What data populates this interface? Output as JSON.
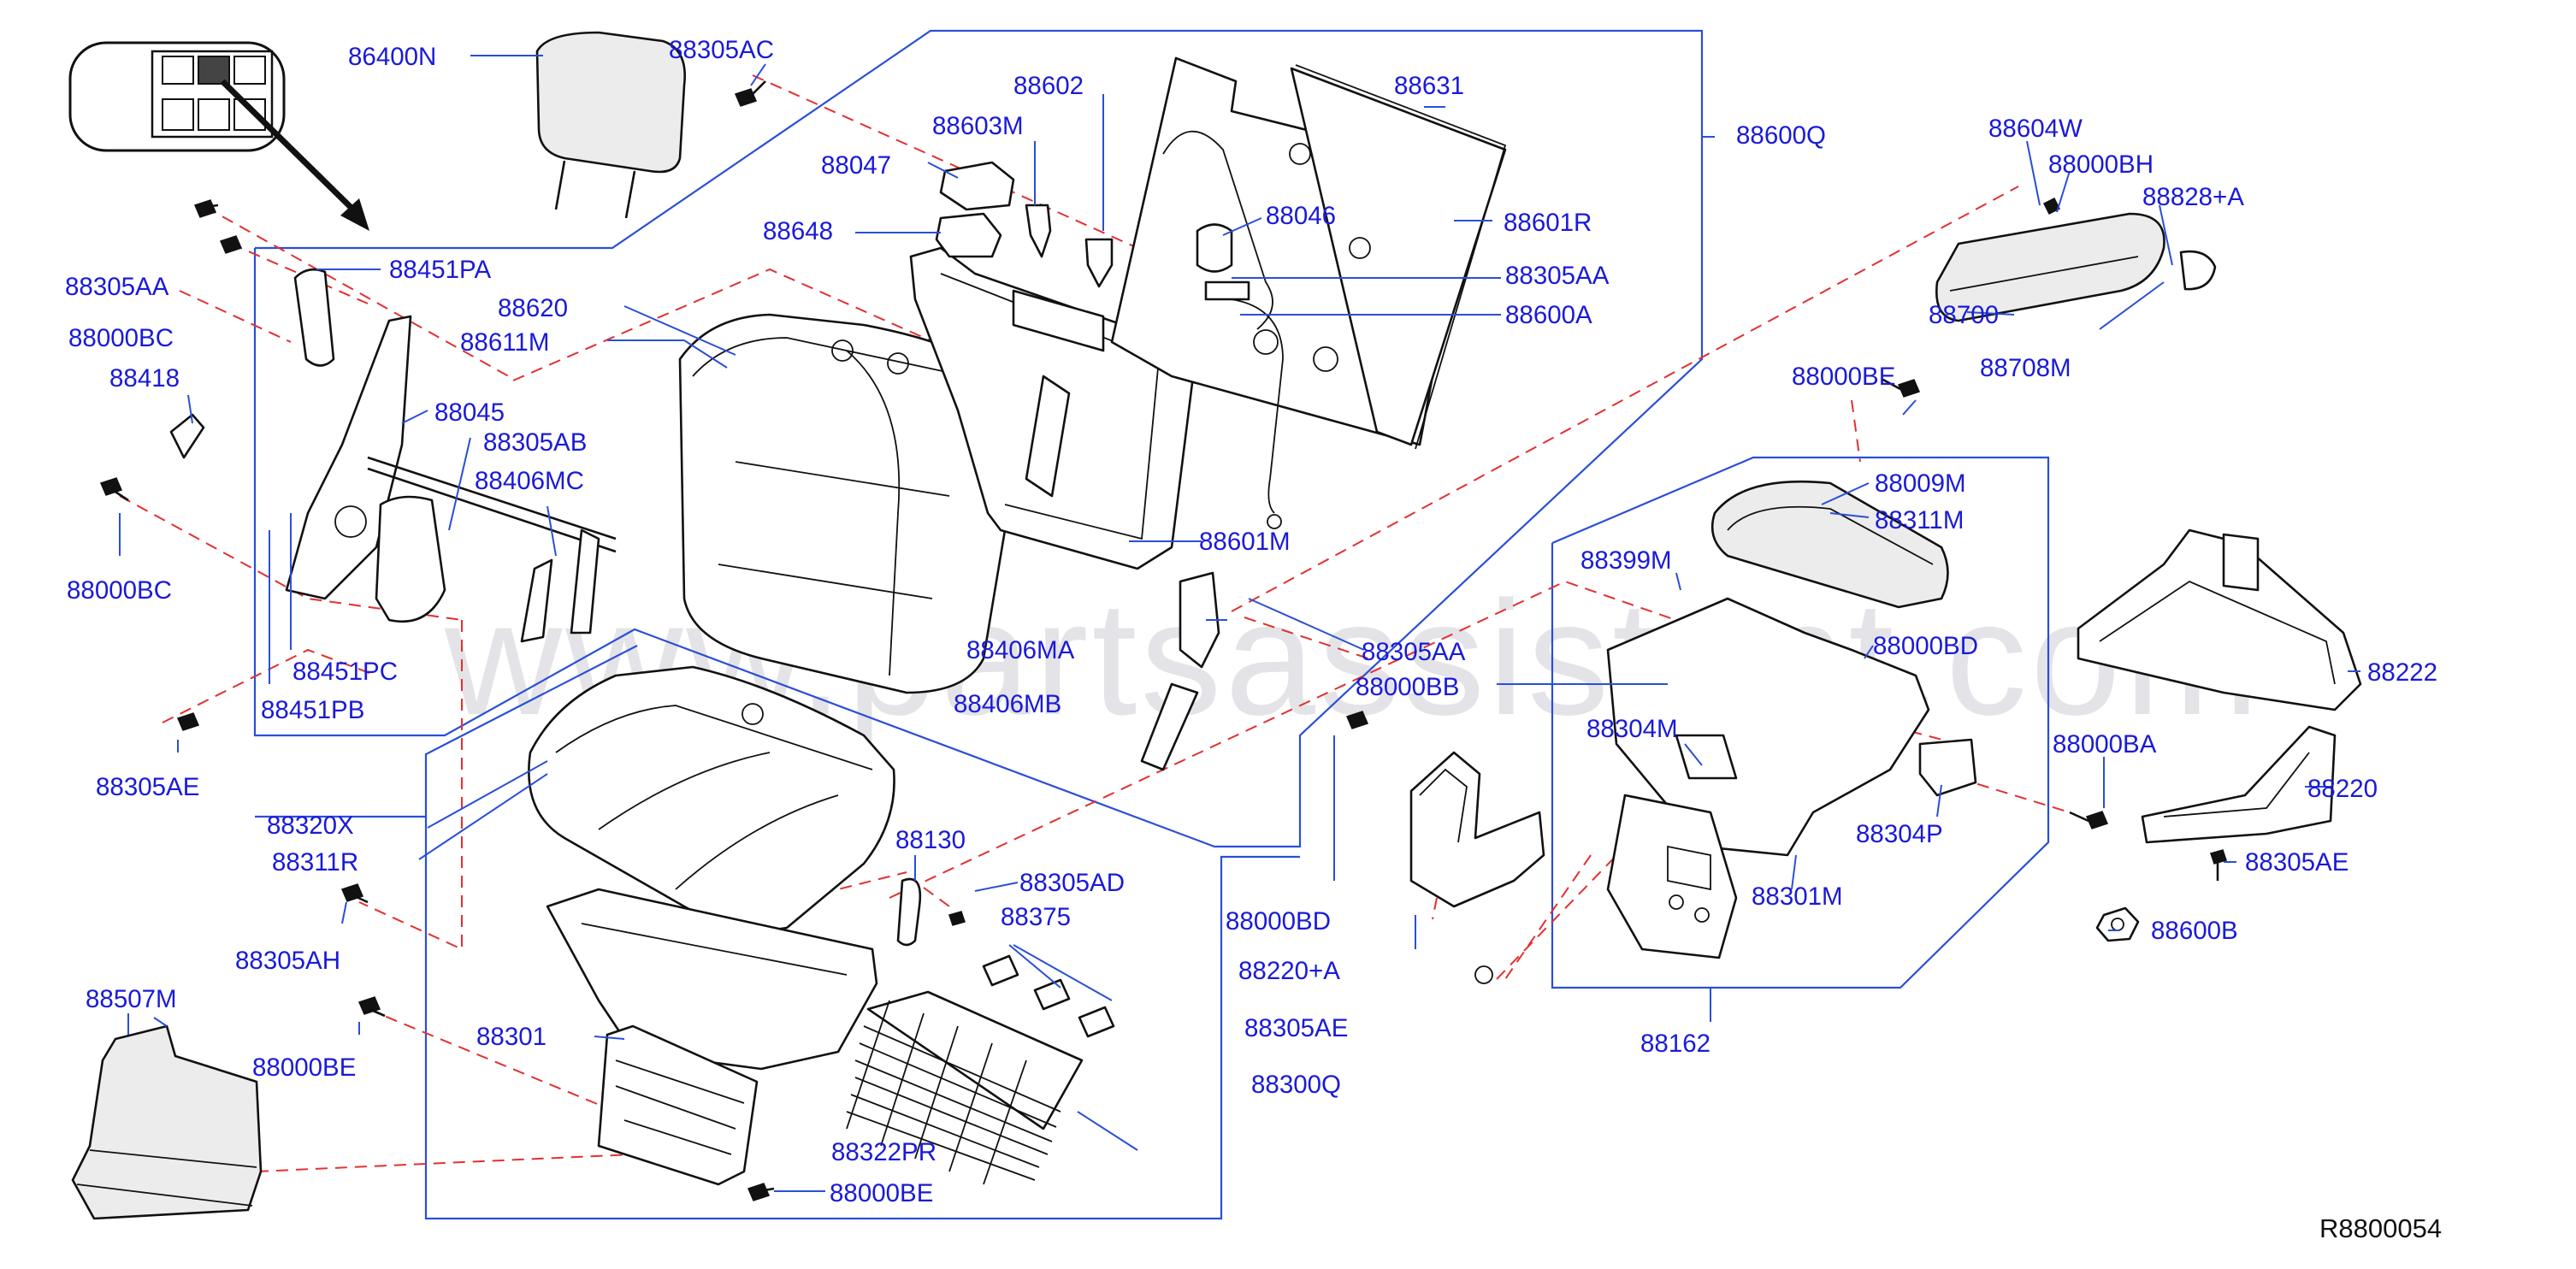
{
  "diagram": {
    "reference_code": "R8800054",
    "watermark": "www.partsassistant.com",
    "part_labels": [
      {
        "key": "86400N",
        "text": "86400N"
      },
      {
        "key": "88305AC",
        "text": "88305AC"
      },
      {
        "key": "88602",
        "text": "88602"
      },
      {
        "key": "88631",
        "text": "88631"
      },
      {
        "key": "88600Q",
        "text": "88600Q"
      },
      {
        "key": "88603M",
        "text": "88603M"
      },
      {
        "key": "88047",
        "text": "88047"
      },
      {
        "key": "88648",
        "text": "88648"
      },
      {
        "key": "88046",
        "text": "88046"
      },
      {
        "key": "88601R",
        "text": "88601R"
      },
      {
        "key": "88305AA_top",
        "text": "88305AA"
      },
      {
        "key": "88600A",
        "text": "88600A"
      },
      {
        "key": "88604W",
        "text": "88604W"
      },
      {
        "key": "88000BH",
        "text": "88000BH"
      },
      {
        "key": "88828A",
        "text": "88828+A"
      },
      {
        "key": "88700",
        "text": "88700"
      },
      {
        "key": "88708M",
        "text": "88708M"
      },
      {
        "key": "88305AA_left",
        "text": "88305AA"
      },
      {
        "key": "88451PA",
        "text": "88451PA"
      },
      {
        "key": "88000BC_top",
        "text": "88000BC"
      },
      {
        "key": "88620",
        "text": "88620"
      },
      {
        "key": "88611M",
        "text": "88611M"
      },
      {
        "key": "88418",
        "text": "88418"
      },
      {
        "key": "88045",
        "text": "88045"
      },
      {
        "key": "88305AB",
        "text": "88305AB"
      },
      {
        "key": "88406MC",
        "text": "88406MC"
      },
      {
        "key": "88000BC_bot",
        "text": "88000BC"
      },
      {
        "key": "88451PC",
        "text": "88451PC"
      },
      {
        "key": "88451PB",
        "text": "88451PB"
      },
      {
        "key": "88305AE_left",
        "text": "88305AE"
      },
      {
        "key": "88601M",
        "text": "88601M"
      },
      {
        "key": "88406MA",
        "text": "88406MA"
      },
      {
        "key": "88406MB",
        "text": "88406MB"
      },
      {
        "key": "88305AA_mid",
        "text": "88305AA"
      },
      {
        "key": "88000BB",
        "text": "88000BB"
      },
      {
        "key": "88000BE_top",
        "text": "88000BE"
      },
      {
        "key": "88009M",
        "text": "88009M"
      },
      {
        "key": "88311M",
        "text": "88311M"
      },
      {
        "key": "88399M",
        "text": "88399M"
      },
      {
        "key": "88000BD_right",
        "text": "88000BD"
      },
      {
        "key": "88222",
        "text": "88222"
      },
      {
        "key": "88304M",
        "text": "88304M"
      },
      {
        "key": "88000BA",
        "text": "88000BA"
      },
      {
        "key": "88220",
        "text": "88220"
      },
      {
        "key": "88304P",
        "text": "88304P"
      },
      {
        "key": "88305AE_right",
        "text": "88305AE"
      },
      {
        "key": "88301M",
        "text": "88301M"
      },
      {
        "key": "88600B",
        "text": "88600B"
      },
      {
        "key": "88162",
        "text": "88162"
      },
      {
        "key": "88320X",
        "text": "88320X"
      },
      {
        "key": "88311R",
        "text": "88311R"
      },
      {
        "key": "88130",
        "text": "88130"
      },
      {
        "key": "88305AD",
        "text": "88305AD"
      },
      {
        "key": "88375",
        "text": "88375"
      },
      {
        "key": "88305AH",
        "text": "88305AH"
      },
      {
        "key": "88000BD_mid",
        "text": "88000BD"
      },
      {
        "key": "88220A",
        "text": "88220+A"
      },
      {
        "key": "88507M",
        "text": "88507M"
      },
      {
        "key": "88000BE_mid",
        "text": "88000BE"
      },
      {
        "key": "88305AE_mid",
        "text": "88305AE"
      },
      {
        "key": "88301",
        "text": "88301"
      },
      {
        "key": "88300Q",
        "text": "88300Q"
      },
      {
        "key": "88322PR",
        "text": "88322PR"
      },
      {
        "key": "88000BE_bot",
        "text": "88000BE"
      }
    ],
    "colors": {
      "label": "#1a1ad8",
      "frame": "#2a4fd6",
      "dashed": "#e23030",
      "part_stroke": "#111111"
    }
  }
}
